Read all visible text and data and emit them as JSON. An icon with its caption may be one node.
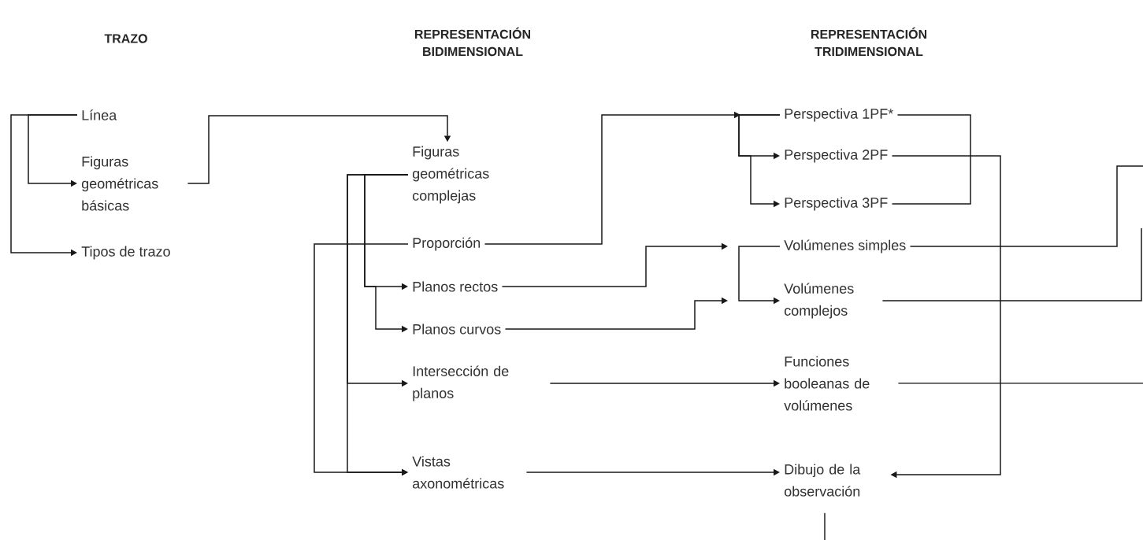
{
  "diagram": {
    "nodes": [
      {
        "text": [
          "Línea"
        ]
      },
      {
        "text": [
          "Figuras geométricas básicas"
        ]
      },
      {
        "text": [
          "Tipos de trazo"
        ]
      },
      {
        "text": [
          "Figuras geométricas complejas"
        ]
      },
      {
        "text": [
          "Proporción"
        ]
      },
      {
        "text": [
          "Planos rectos"
        ]
      },
      {
        "text": [
          "Planos curvos"
        ]
      },
      {
        "text": [
          "Intersección de planos"
        ]
      },
      {
        "text": [
          "Vistas axonométricas"
        ]
      },
      {
        "text": [
          "Perspectiva 1PF*"
        ]
      },
      {
        "text": [
          "Perspectiva 2PF"
        ]
      },
      {
        "text": [
          "Perspectiva 3PF"
        ]
      },
      {
        "text": [
          "Volúmenes simples"
        ]
      },
      {
        "text": [
          "Volúmenes complejos"
        ]
      },
      {
        "text": [
          "Funciones booleanas de volúmenes"
        ]
      },
      {
        "text": [
          "Dibujo de la observación"
        ]
      }
    ],
    "edges": [
      {
        "from": 0,
        "to": 1,
        "arrow": "to"
      },
      {
        "from": 0,
        "to": 2,
        "arrow": "to"
      },
      {
        "from": 1,
        "to": 3,
        "arrow": "to"
      },
      {
        "from": 3,
        "to": 5,
        "arrow": "to"
      },
      {
        "from": 3,
        "to": 6,
        "arrow": "to"
      },
      {
        "from": 3,
        "to": 7,
        "arrow": "to"
      },
      {
        "from": 3,
        "to": 8,
        "arrow": "to"
      },
      {
        "from": 4,
        "to": 8,
        "arrow": "to"
      },
      {
        "from": 4,
        "to": 9,
        "arrow": "to"
      },
      {
        "from": 5,
        "to": 12,
        "arrow": "to"
      },
      {
        "from": 6,
        "to": 13,
        "arrow": "to"
      },
      {
        "from": 7,
        "to": 14,
        "arrow": "to"
      },
      {
        "from": 8,
        "to": 15,
        "arrow": "to"
      },
      {
        "from": 9,
        "to": 10,
        "arrow": "to"
      },
      {
        "from": 9,
        "to": 11,
        "arrow": "to"
      },
      {
        "from": 9,
        "to": 11,
        "arrow": "none"
      },
      {
        "from": 10,
        "to": 15,
        "arrow": "to"
      },
      {
        "from": 12,
        "to": 13,
        "arrow": "to"
      },
      {
        "from": 12,
        "to": null,
        "arrow": "none"
      },
      {
        "from": 13,
        "to": null,
        "arrow": "none"
      },
      {
        "from": 14,
        "to": null,
        "arrow": "none"
      },
      {
        "from": 15,
        "to": null,
        "arrow": "none"
      }
    ],
    "labels": [
      "TRAZO",
      "REPRESENTACIÓN BIDIMENSIONAL",
      "REPRESENTACIÓN TRIDIMENSIONAL"
    ]
  }
}
